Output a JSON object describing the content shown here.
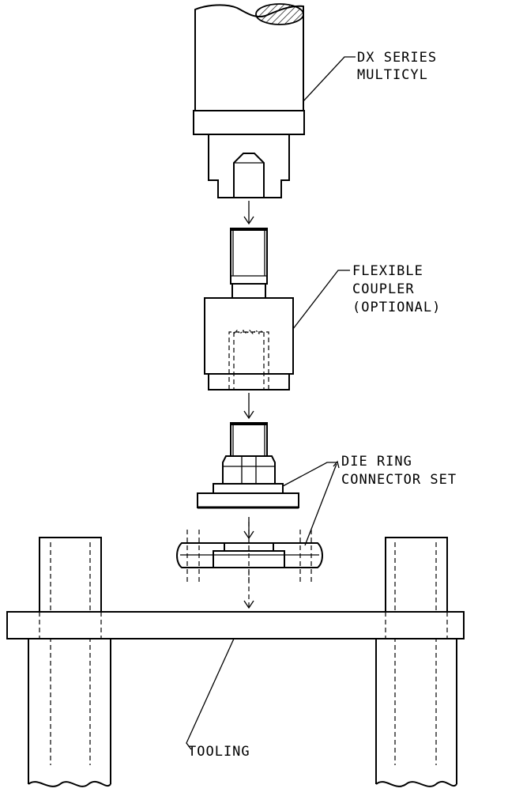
{
  "labels": {
    "cylinder_line1": "DX SERIES",
    "cylinder_line2": "MULTICYL",
    "coupler_line1": "FLEXIBLE",
    "coupler_line2": "COUPLER",
    "coupler_line3": "(OPTIONAL)",
    "diering_line1": "DIE RING",
    "diering_line2": "CONNECTOR SET",
    "tooling": "TOOLING"
  }
}
